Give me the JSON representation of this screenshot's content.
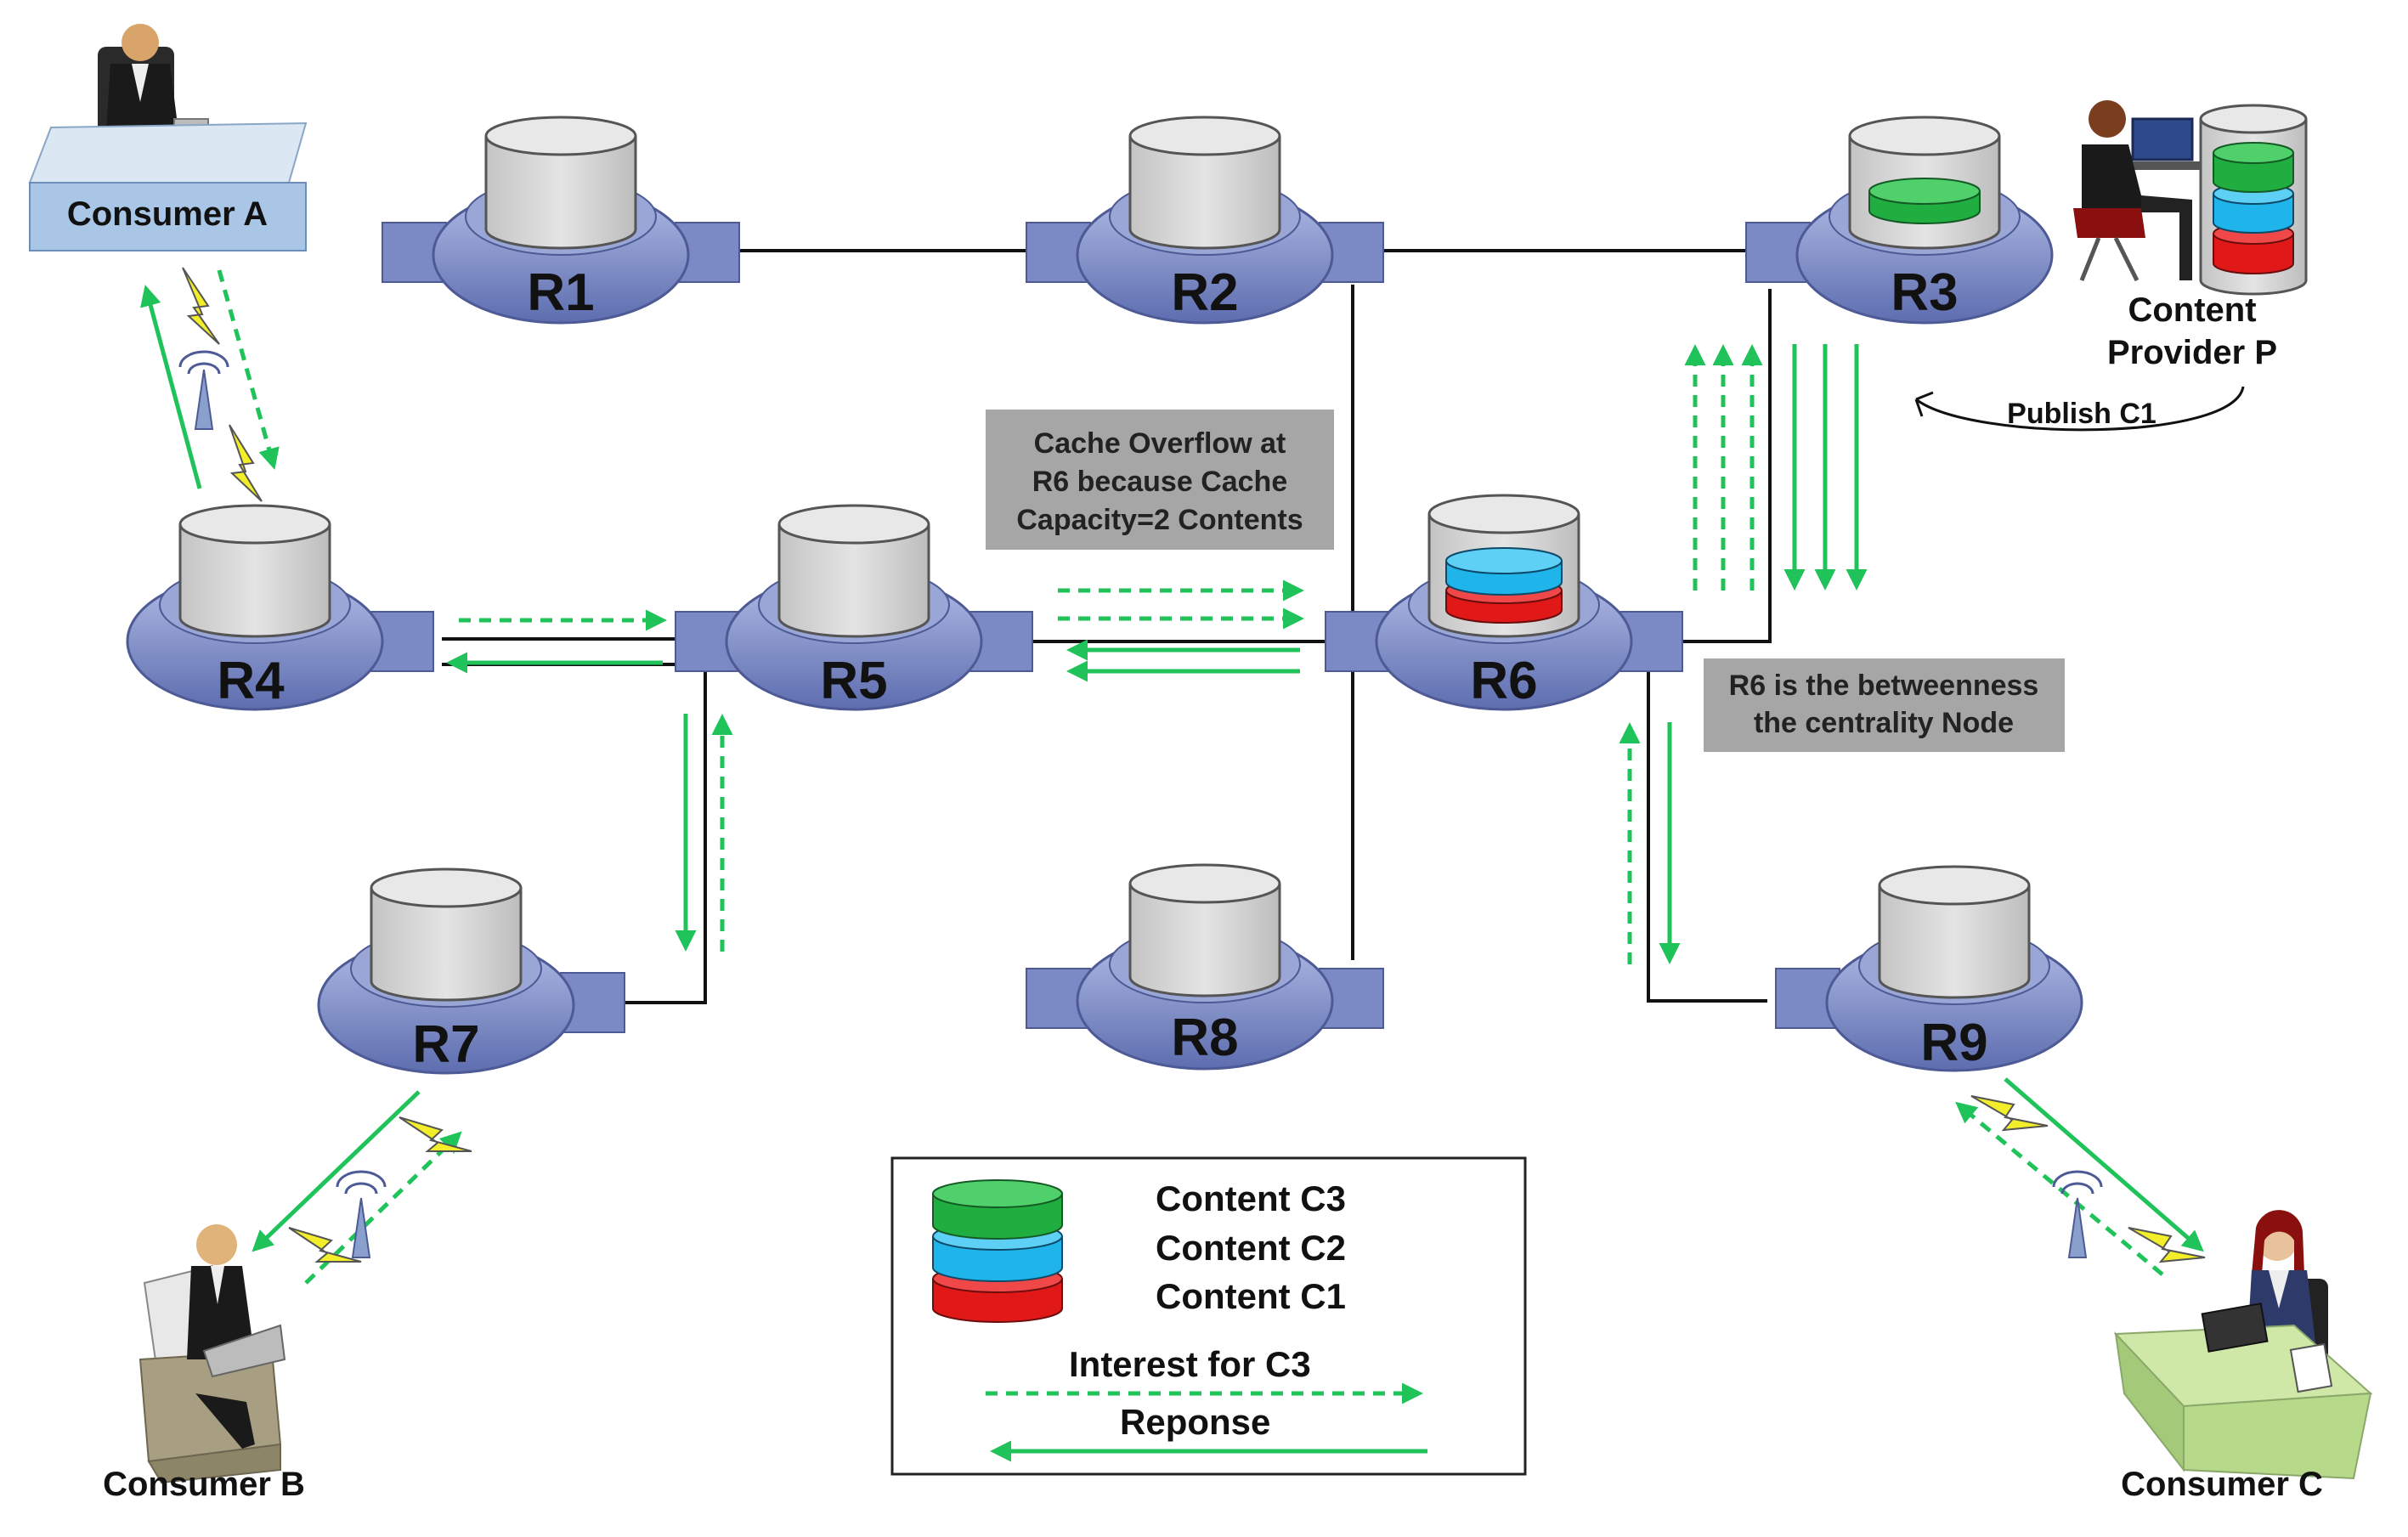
{
  "routers": [
    {
      "id": "r1",
      "label": "R1"
    },
    {
      "id": "r2",
      "label": "R2"
    },
    {
      "id": "r3",
      "label": "R3"
    },
    {
      "id": "r4",
      "label": "R4"
    },
    {
      "id": "r5",
      "label": "R5"
    },
    {
      "id": "r6",
      "label": "R6"
    },
    {
      "id": "r7",
      "label": "R7"
    },
    {
      "id": "r8",
      "label": "R8"
    },
    {
      "id": "r9",
      "label": "R9"
    }
  ],
  "consumers": {
    "a": "Consumer A",
    "b": "Consumer B",
    "c": "Consumer C"
  },
  "provider": {
    "line1": "Content",
    "line2": "Provider P",
    "publish": "Publish C1"
  },
  "notes": {
    "overflow": [
      "Cache Overflow at",
      "R6 because Cache",
      "Capacity=2 Contents"
    ],
    "centrality": [
      "R6 is the betweenness",
      "the centrality Node"
    ]
  },
  "legend": {
    "c3": "Content C3",
    "c2": "Content C2",
    "c1": "Content C1",
    "interest": "Interest for C3",
    "response": "Reponse"
  },
  "colors": {
    "c3": "#1fae3f",
    "c2": "#1fb4ea",
    "c1": "#e01818",
    "arrow": "#1fc35a",
    "router": "#8a97cc",
    "cache": "#d9d9d9",
    "note_bg": "#a6a6a6"
  }
}
